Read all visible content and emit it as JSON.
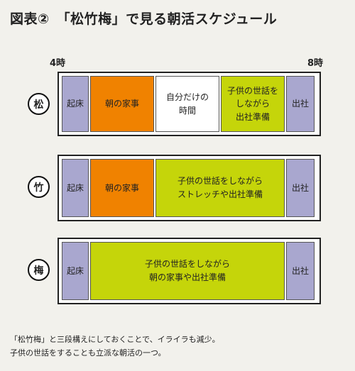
{
  "title": "図表②　「松竹梅」で見る朝活スケジュール",
  "time_start": "4時",
  "time_end": "8時",
  "colors": {
    "wake_exit": "#a9a7cf",
    "housework": "#f08200",
    "free_time": "#ffffff",
    "childcare": "#c5d50a"
  },
  "plans": [
    {
      "name": "松",
      "segments": [
        {
          "label": "起床",
          "color": "lav"
        },
        {
          "label": "朝の家事",
          "color": "org"
        },
        {
          "label": "自分だけの\n時間",
          "color": "wht"
        },
        {
          "label": "子供の世話を\nしながら\n出社準備",
          "color": "grn"
        },
        {
          "label": "出社",
          "color": "lav"
        }
      ]
    },
    {
      "name": "竹",
      "segments": [
        {
          "label": "起床",
          "color": "lav"
        },
        {
          "label": "朝の家事",
          "color": "org"
        },
        {
          "label": "子供の世話をしながら\nストレッチや出社準備",
          "color": "grn"
        },
        {
          "label": "出社",
          "color": "lav"
        }
      ]
    },
    {
      "name": "梅",
      "segments": [
        {
          "label": "起床",
          "color": "lav"
        },
        {
          "label": "子供の世話をしながら\n朝の家事や出社準備",
          "color": "grn"
        },
        {
          "label": "出社",
          "color": "lav"
        }
      ]
    }
  ],
  "note": "「松竹梅」と三段構えにしておくことで、イライラも減少。\n子供の世話をすることも立派な朝活の一つ。"
}
